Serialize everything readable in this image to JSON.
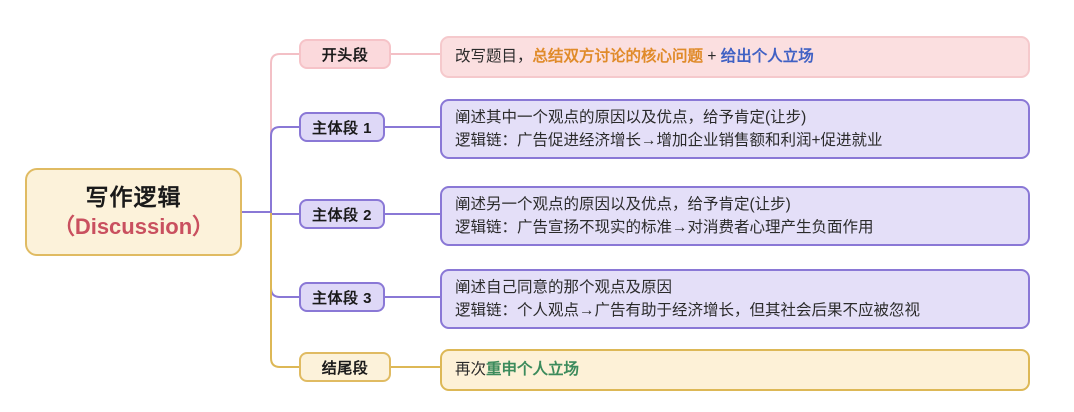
{
  "diagram": {
    "type": "mind-map",
    "root": {
      "line1": "写作逻辑",
      "line2": "（Discussion）",
      "fill": "#fcf2da",
      "stroke": "#e0bb62",
      "accent_color": "#c9505f"
    },
    "branches": [
      {
        "label": "开头段",
        "color_theme": "pink",
        "fill": "#fbd9dc",
        "stroke": "#f6c3c8",
        "lines": [
          {
            "bold": false,
            "segments": [
              {
                "text": "改写题目，",
                "style": "plain"
              },
              {
                "text": "总结双方讨论的核心问题",
                "style": "orange"
              },
              {
                "text": " + ",
                "style": "plain"
              },
              {
                "text": "给出个人立场",
                "style": "blue"
              }
            ]
          }
        ]
      },
      {
        "label": "主体段 1",
        "color_theme": "purple",
        "fill": "#ded8f7",
        "stroke": "#8a78d6",
        "lines": [
          {
            "bold": false,
            "segments": [
              {
                "text": "阐述其中一个观点的原因以及优点，给予肯定(让步)",
                "style": "plain"
              }
            ]
          },
          {
            "bold": true,
            "segments": [
              {
                "text": "逻辑链：广告促进经济增长→增加企业销售额和利润+促进就业",
                "style": "plain"
              }
            ]
          }
        ]
      },
      {
        "label": "主体段 2",
        "color_theme": "purple",
        "fill": "#ded8f7",
        "stroke": "#8a78d6",
        "lines": [
          {
            "bold": false,
            "segments": [
              {
                "text": "阐述另一个观点的原因以及优点，给予肯定(让步)",
                "style": "plain"
              }
            ]
          },
          {
            "bold": true,
            "segments": [
              {
                "text": "逻辑链：广告宣扬不现实的标准→对消费者心理产生负面作用",
                "style": "plain"
              }
            ]
          }
        ]
      },
      {
        "label": "主体段 3",
        "color_theme": "purple",
        "fill": "#ded8f7",
        "stroke": "#8a78d6",
        "lines": [
          {
            "bold": false,
            "segments": [
              {
                "text": "阐述自己同意的那个观点及原因",
                "style": "plain"
              }
            ]
          },
          {
            "bold": true,
            "segments": [
              {
                "text": "逻辑链：个人观点→广告有助于经济增长，但其社会后果不应被忽视",
                "style": "plain"
              }
            ]
          }
        ]
      },
      {
        "label": "结尾段",
        "color_theme": "yellow",
        "fill": "#fcf2da",
        "stroke": "#e0bb62",
        "lines": [
          {
            "bold": false,
            "segments": [
              {
                "text": "再次",
                "style": "plain"
              },
              {
                "text": "重申个人立场",
                "style": "green"
              }
            ]
          }
        ]
      }
    ],
    "wire_colors": {
      "pink": "#f3c0c6",
      "purple": "#8a78d6",
      "yellow": "#ddb856"
    }
  }
}
